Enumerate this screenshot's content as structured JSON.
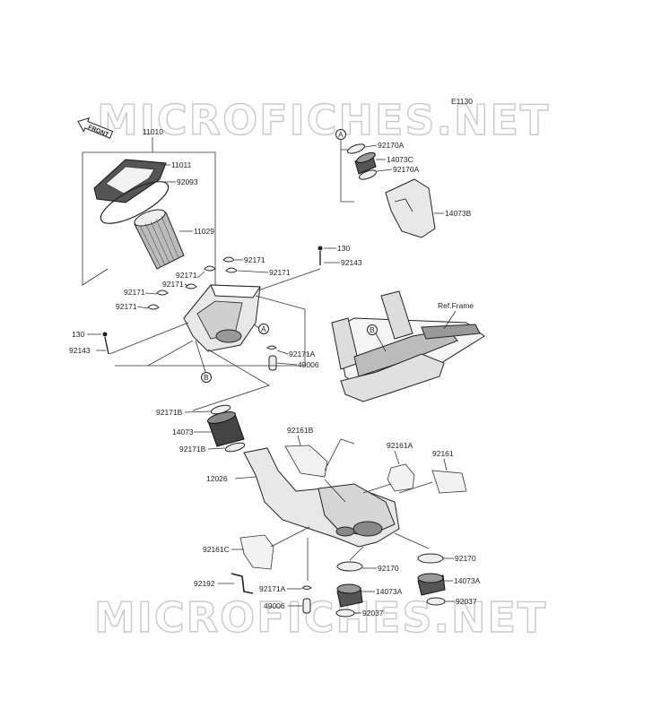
{
  "diagram_code": "E1130",
  "front_label": "FRONT",
  "watermarks": [
    "MICROFICHES.NET",
    "MICROFICHES.NET"
  ],
  "callouts": {
    "a": "A",
    "b": "B"
  },
  "ref_frame": "Ref.Frame",
  "labels": {
    "p11010": "11010",
    "p11011": "11011",
    "p92093": "92093",
    "p11029": "11029",
    "p130_top": "130",
    "p92143_top": "92143",
    "p92171_1": "92171",
    "p92171_2": "92171",
    "p92171_3": "92171",
    "p92171_4": "92171",
    "p92171_5": "92171",
    "p92171_6": "92171",
    "p130_left": "130",
    "p92143_left": "92143",
    "p92171A_top": "92171A",
    "p49006_top": "49006",
    "p92170A_1": "92170A",
    "p14073C": "14073C",
    "p92170A_2": "92170A",
    "p14073B": "14073B",
    "p92171B_1": "92171B",
    "p14073": "14073",
    "p92171B_2": "92171B",
    "p12026": "12026",
    "p92161B": "92161B",
    "p92161A": "92161A",
    "p92161": "92161",
    "p92161C": "92161C",
    "p92192": "92192",
    "p92171A_bot": "92171A",
    "p49006_bot": "49006",
    "p92170_1": "92170",
    "p14073A_1": "14073A",
    "p92037_1": "92037",
    "p92170_2": "92170",
    "p14073A_2": "14073A",
    "p92037_2": "92037"
  }
}
